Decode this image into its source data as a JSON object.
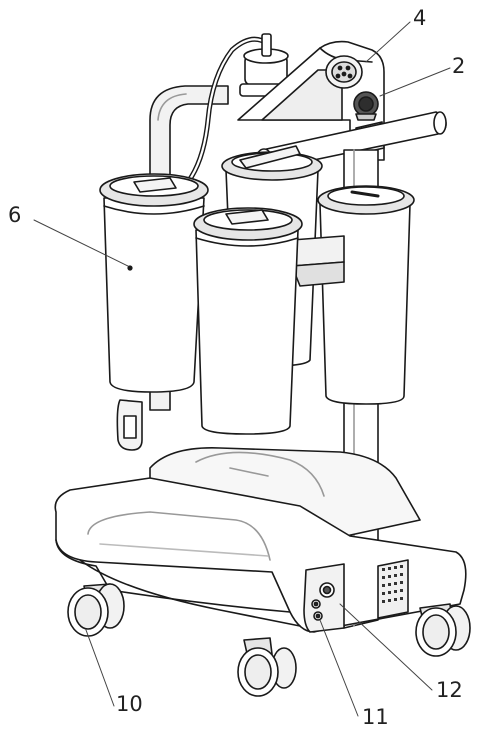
{
  "figure": {
    "callouts": [
      {
        "id": "4",
        "label": "4"
      },
      {
        "id": "2",
        "label": "2"
      },
      {
        "id": "6",
        "label": "6"
      },
      {
        "id": "10",
        "label": "10"
      },
      {
        "id": "12",
        "label": "12"
      },
      {
        "id": "11",
        "label": "11"
      }
    ],
    "colors": {
      "line": "#1a1a1a",
      "fill": "#ffffff",
      "shade": "#d9d9d9",
      "dark": "#555555"
    }
  }
}
